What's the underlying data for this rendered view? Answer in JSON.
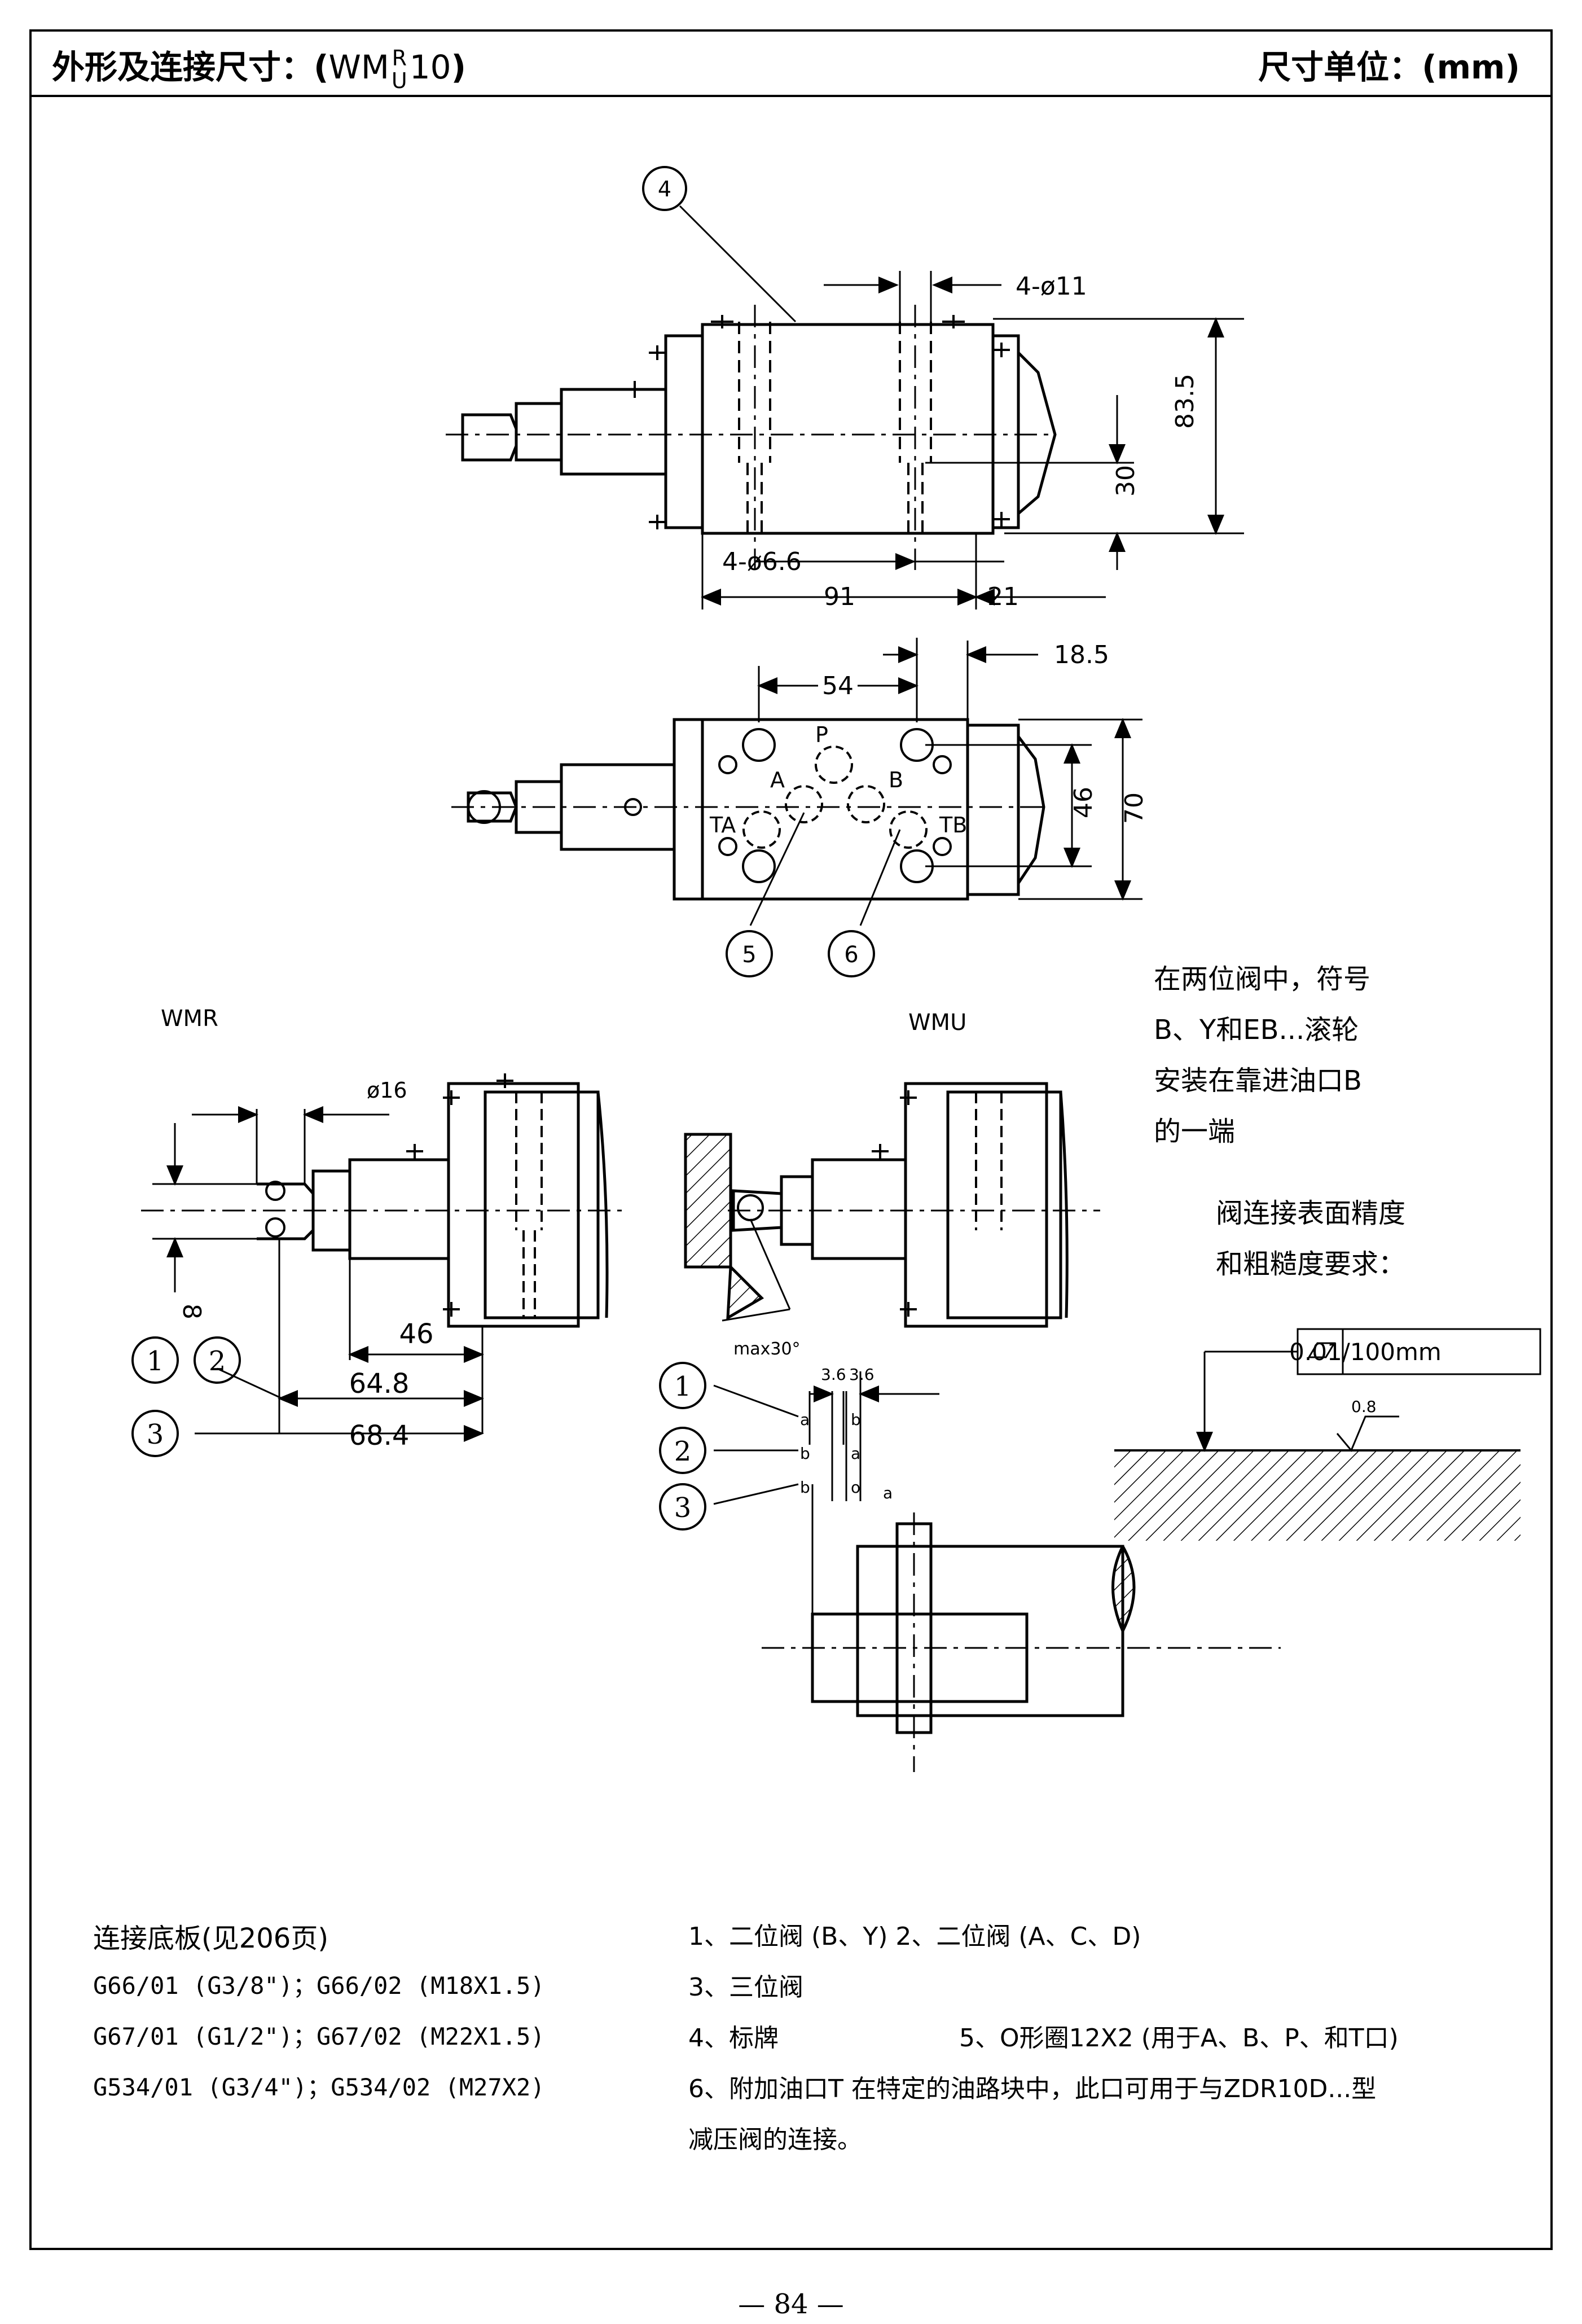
{
  "header": {
    "title_prefix": "外形及连接尺寸：(",
    "model_main": "WM",
    "model_top": "R",
    "model_bottom": "U",
    "model_size": "10",
    "title_suffix": ")",
    "unit_label": "尺寸单位：(mm)"
  },
  "top_view": {
    "callout": "4",
    "dim_holes_11": "4-ø11",
    "dim_holes_66": "4-ø6.6",
    "dim_91": "91",
    "dim_21": "21",
    "dim_30": "30",
    "dim_835": "83.5"
  },
  "port_view": {
    "dim_54": "54",
    "dim_185": "18.5",
    "dim_46": "46",
    "dim_70": "70",
    "port_p": "P",
    "port_a": "A",
    "port_b": "B",
    "port_ta": "TA",
    "port_tb": "TB",
    "callout_5": "5",
    "callout_6": "6"
  },
  "note_roller": {
    "line1": "在两位阀中，符号",
    "line2": "B、Y和EB...滚轮",
    "line3": "安装在靠进油口B",
    "line4": "的一端"
  },
  "note_surface": {
    "line1": "阀连接表面精度",
    "line2": "和粗糙度要求：",
    "flatness": "0.01/100mm",
    "roughness": "0.8"
  },
  "wmr": {
    "label": "WMR",
    "dim_16": "ø16",
    "dim_8": "8",
    "dim_46": "46",
    "dim_648": "64.8",
    "dim_684": "68.4",
    "callout_1": "1",
    "callout_2": "2",
    "callout_3": "3"
  },
  "wmu": {
    "label": "WMU",
    "angle": "max30°",
    "callout_1": "1",
    "callout_2": "2",
    "callout_3": "3",
    "dim_36a": "3.6",
    "dim_36b": "3.6",
    "row1_left": "a",
    "row1_right": "b",
    "row2_left": "b",
    "row2_right": "a",
    "row3_left": "b",
    "row3_mid": "o",
    "row3_right": "a"
  },
  "footer_left": {
    "title": "连接底板(见206页)",
    "line1": "G66/01 (G3/8\")；G66/02 (M18X1.5)",
    "line2": "G67/01 (G1/2\")；G67/02 (M22X1.5)",
    "line3": "G534/01 (G3/4\")；G534/02 (M27X2)"
  },
  "footer_right": {
    "line1": "1、二位阀 (B、Y)    2、二位阀 (A、C、D)",
    "line2": "3、三位阀",
    "line3a": "4、标牌",
    "line3b": "5、O形圈12X2 (用于A、B、P、和T口)",
    "line4": "6、附加油口T    在特定的油路块中，此口可用于与ZDR10D...型",
    "line5": "减压阀的连接。"
  },
  "page_number": "— 84 —"
}
